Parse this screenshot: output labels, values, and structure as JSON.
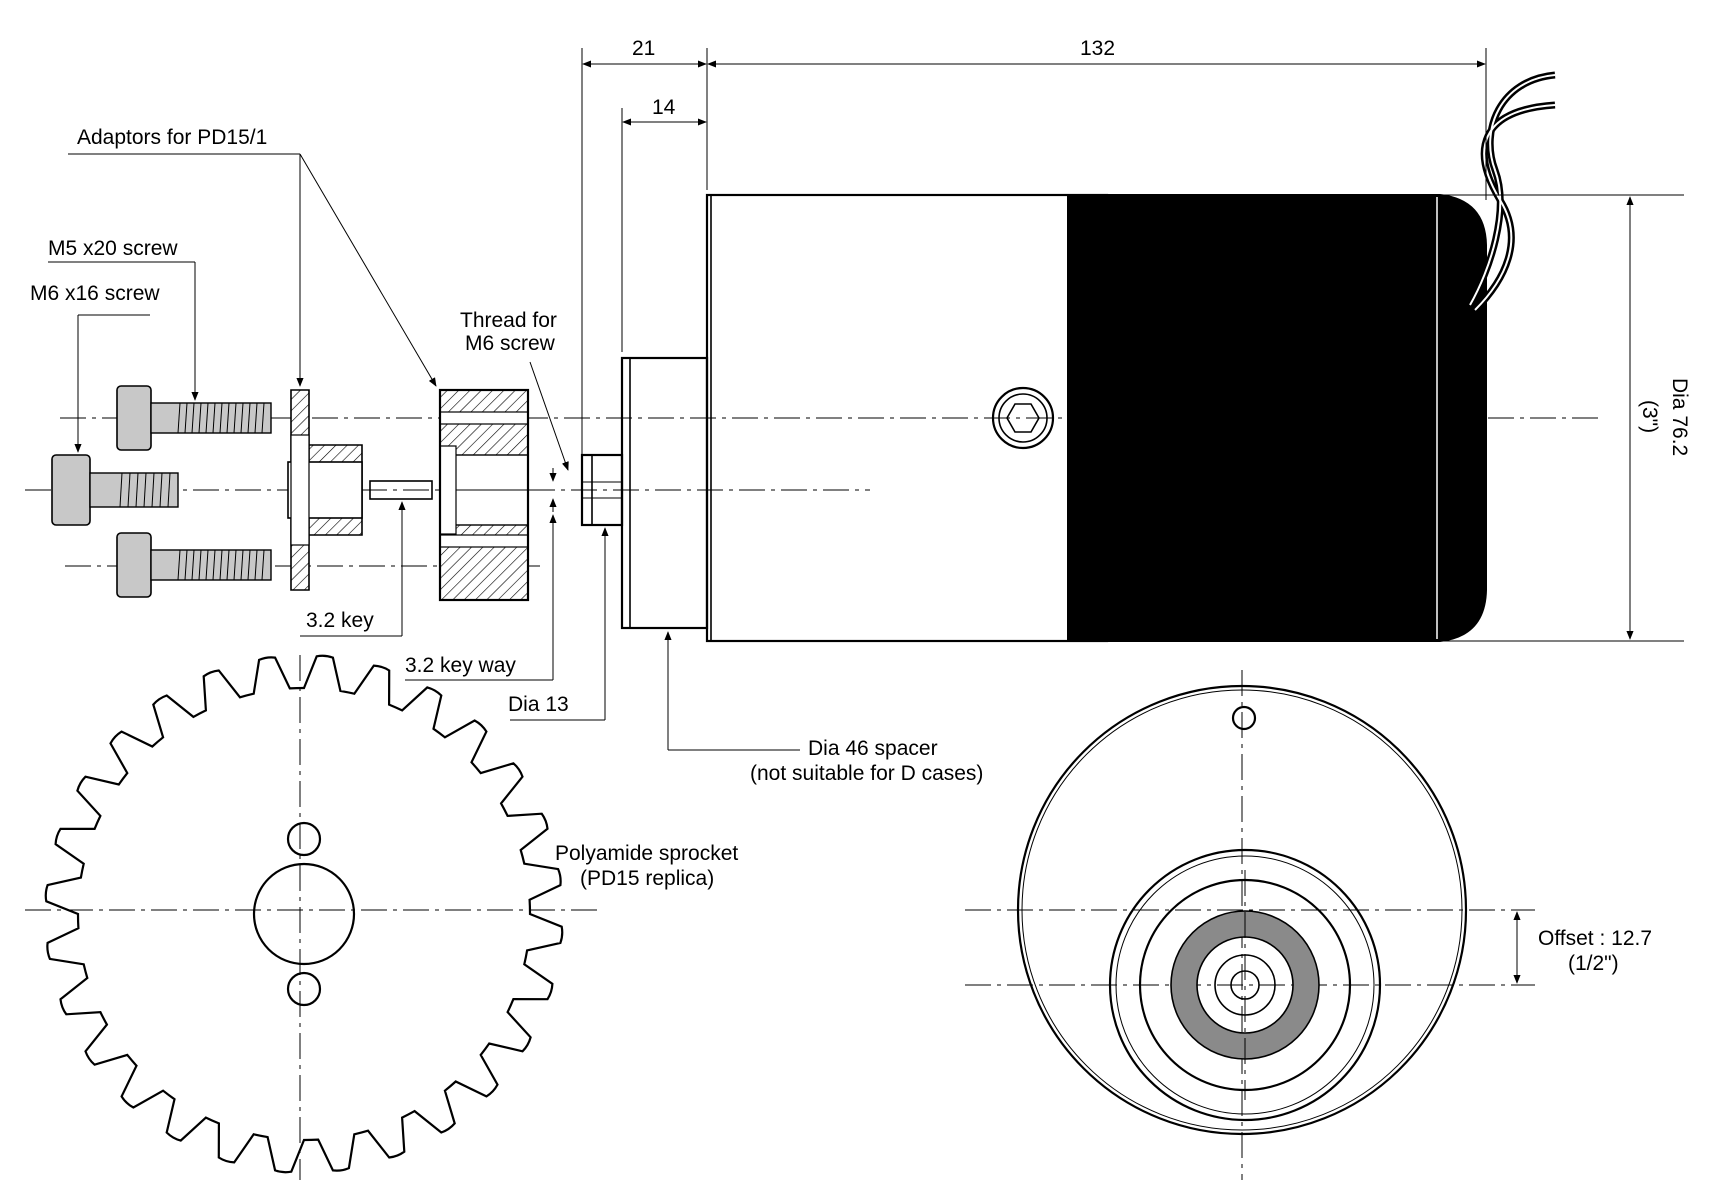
{
  "labels": {
    "adaptors": "Adaptors for PD15/1",
    "m5_screw": "M5 x20 screw",
    "m6_screw": "M6 x16 screw",
    "thread_line1": "Thread for",
    "thread_line2": "M6 screw",
    "key": "3.2 key",
    "key_way": "3.2 key way",
    "dia13": "Dia 13",
    "spacer_line1": "Dia 46 spacer",
    "spacer_line2": "(not suitable for D cases)",
    "sprocket_line1": "Polyamide sprocket",
    "sprocket_line2": "(PD15 replica)",
    "offset_line1": "Offset : 12.7",
    "offset_line2": "(1/2\")",
    "dia76_line1": "Dia 76.2",
    "dia76_line2": "(3\")"
  },
  "dimensions": {
    "d21": "21",
    "d14": "14",
    "d132": "132"
  },
  "colors": {
    "ink": "#000000",
    "fill_grey": "#c8c8c8",
    "ring_grey": "#8a8a8a",
    "background": "#ffffff"
  }
}
